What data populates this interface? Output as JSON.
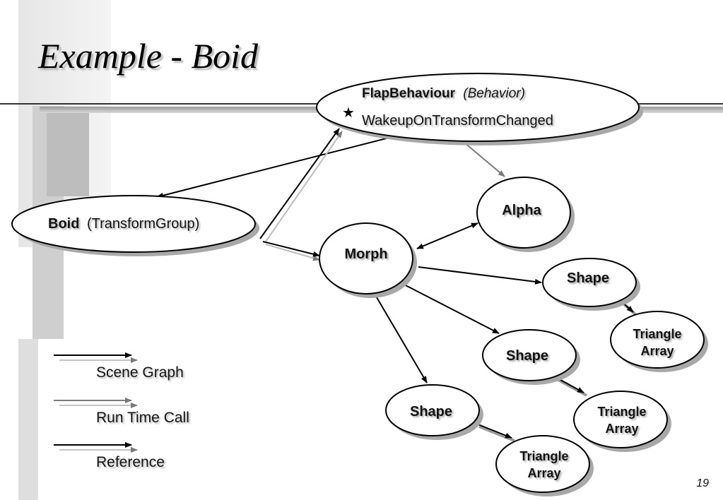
{
  "slide": {
    "title": "Example - Boid",
    "page_number": "19"
  },
  "nodes": {
    "flap": {
      "name": "FlapBehaviour",
      "type": "(Behavior)",
      "detail": "WakeupOnTransformChanged",
      "marker": "★"
    },
    "boid": {
      "name": "Boid",
      "type": "(TransformGroup)"
    },
    "morph": {
      "name": "Morph"
    },
    "alpha": {
      "name": "Alpha"
    },
    "shape1": {
      "name": "Shape"
    },
    "shape2": {
      "name": "Shape"
    },
    "shape3": {
      "name": "Shape"
    },
    "tri1": {
      "line1": "Triangle",
      "line2": "Array"
    },
    "tri2": {
      "line1": "Triangle",
      "line2": "Array"
    },
    "tri3": {
      "line1": "Triangle",
      "line2": "Array"
    }
  },
  "legend": {
    "scene_graph": "Scene Graph",
    "run_time_call": "Run Time Call",
    "reference": "Reference"
  },
  "colors": {
    "scene_graph": "#000000",
    "run_time_call": "#808080",
    "shadow": "#a0a0a0"
  }
}
